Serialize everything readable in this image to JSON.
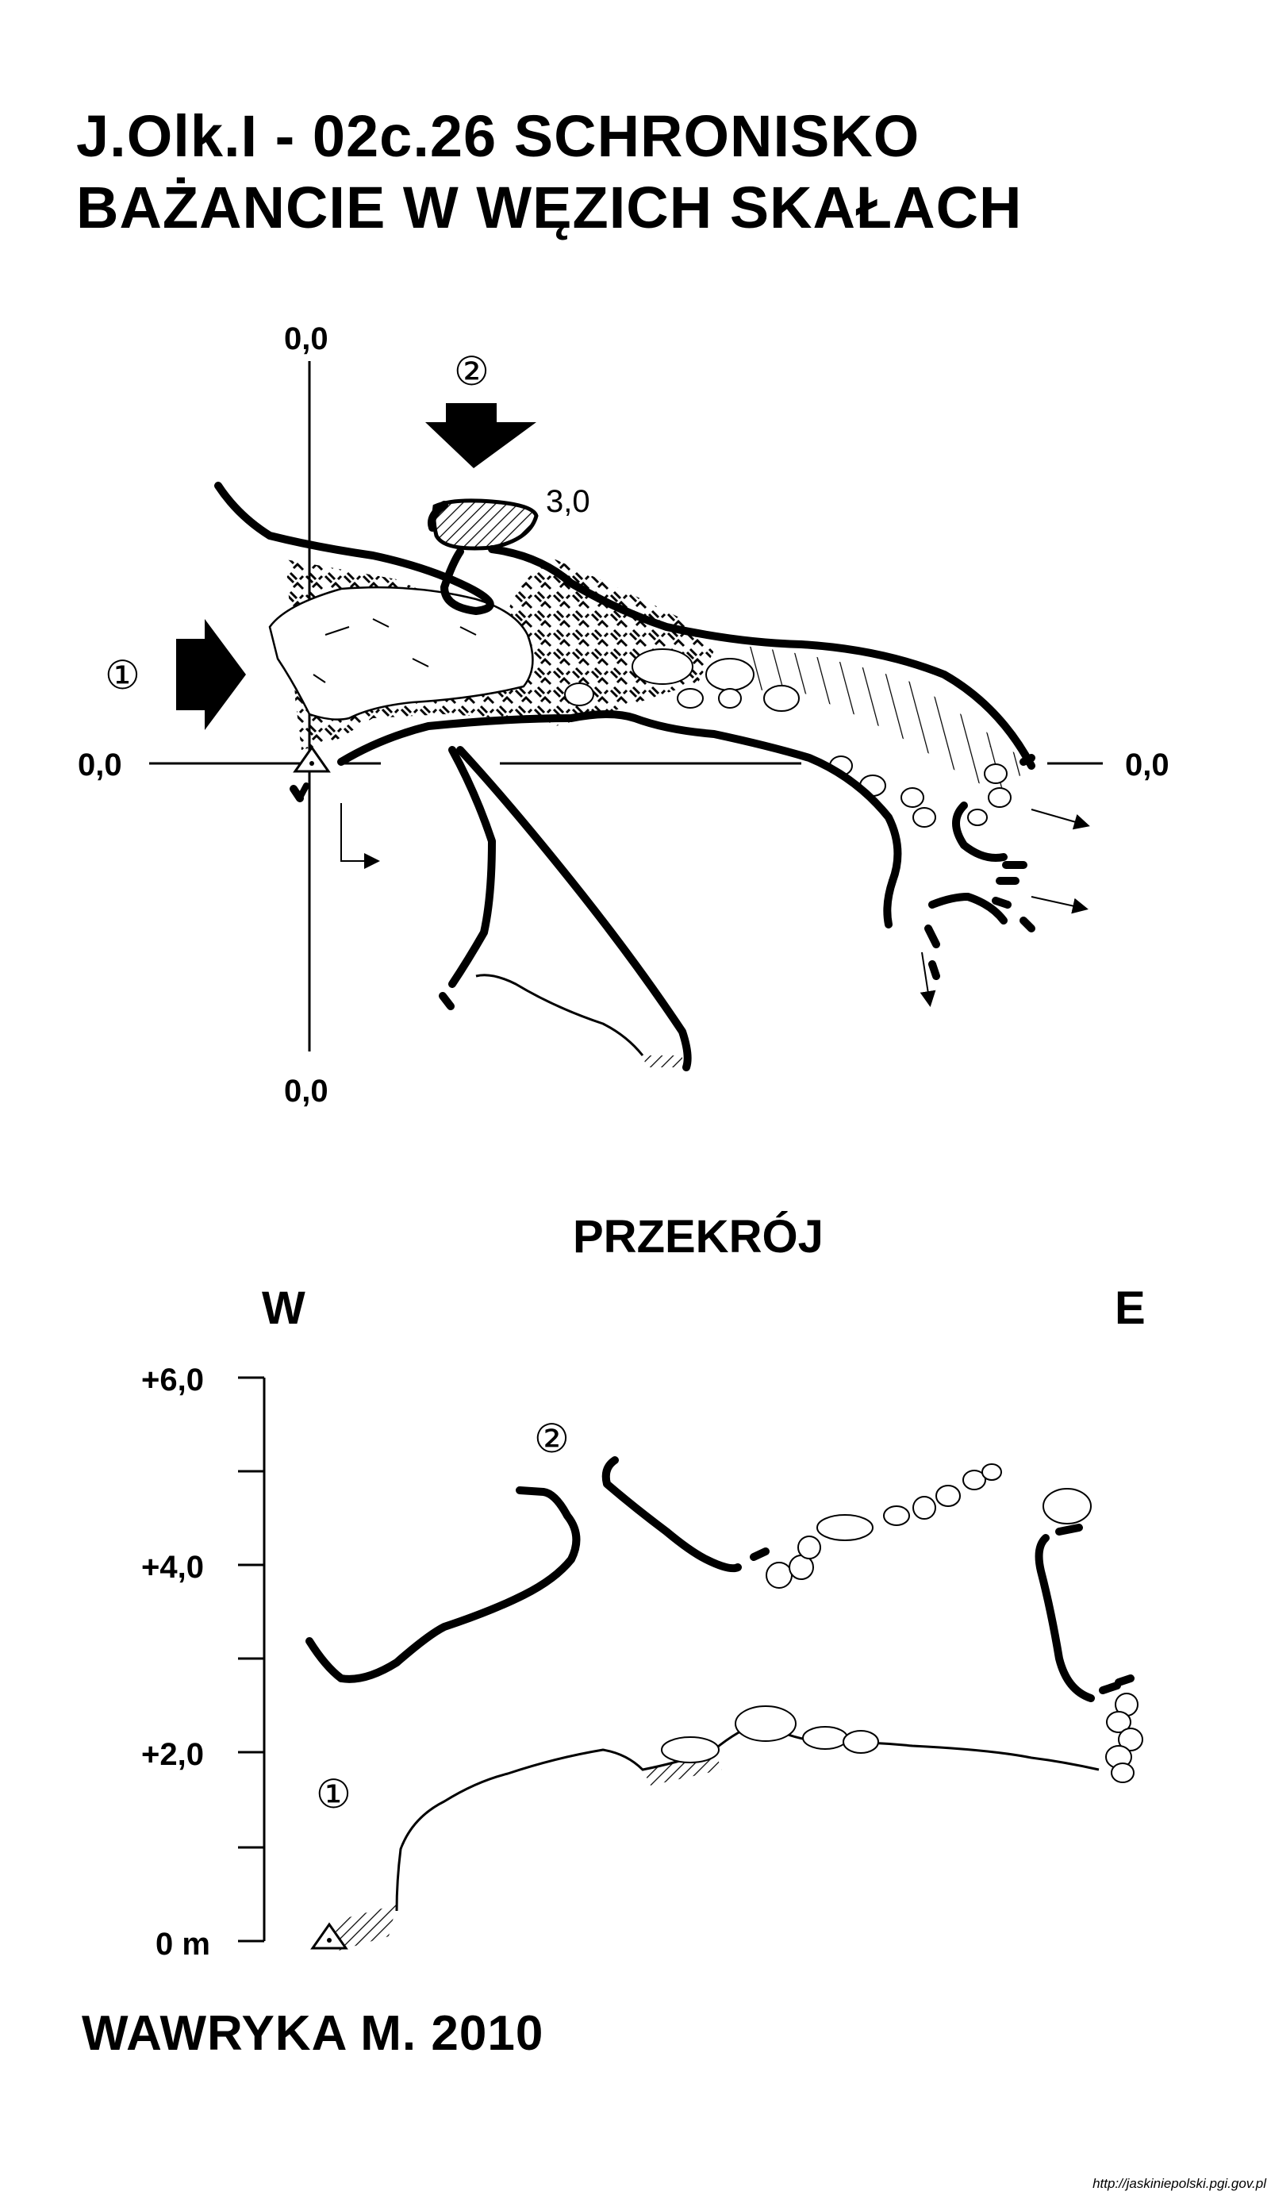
{
  "title": {
    "line1": "J.Olk.I - 02c.26  SCHRONISKO",
    "line2": "BAŻANCIE W WĘZICH SKAŁACH"
  },
  "plan": {
    "axis_top": "0,0",
    "axis_left": "0,0",
    "axis_right": "0,0",
    "axis_bottom": "0,0",
    "entrance_1": "①",
    "entrance_2": "②",
    "height_mark": "3,0"
  },
  "section": {
    "heading": "PRZEKRÓJ",
    "west": "W",
    "east": "E",
    "scale_labels": [
      "+6,0",
      "+4,0",
      "+2,0",
      "0 m"
    ],
    "entrance_1": "①",
    "entrance_2": "②"
  },
  "footer": {
    "author": "WAWRYKA M. 2010",
    "source": "http://jaskiniepolski.pgi.gov.pl"
  },
  "colors": {
    "ink": "#000000",
    "paper": "#ffffff"
  }
}
